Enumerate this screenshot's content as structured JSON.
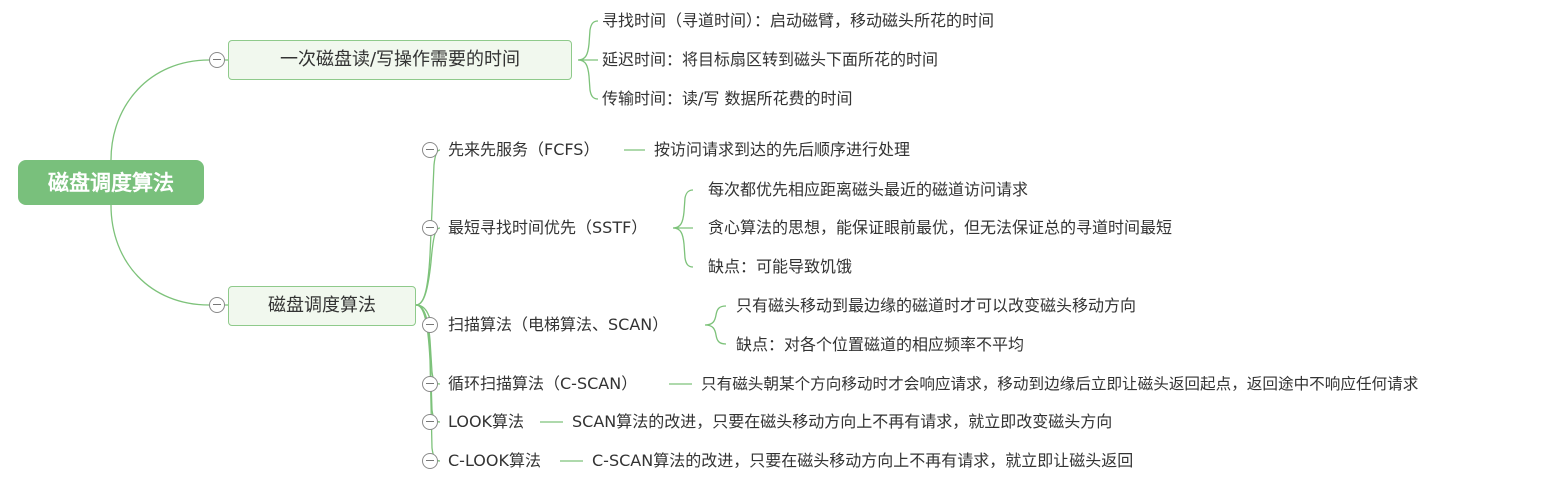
{
  "colors": {
    "root_fill": "#79c07c",
    "branch_fill": "#f1f8ee",
    "branch_border": "#8fca8b",
    "connector": "#7dc27a",
    "text": "#333333",
    "toggle_border": "#8a8a8a"
  },
  "icons": {
    "toggle": "collapse-minus-icon"
  },
  "root": {
    "label": "磁盘调度算法"
  },
  "time_branch": {
    "label": "一次磁盘读/写操作需要的时间",
    "items": [
      "寻找时间（寻道时间）：启动磁臂，移动磁头所花的时间",
      "延迟时间：将目标扇区转到磁头下面所花的时间",
      "传输时间：读/写 数据所花费的时间"
    ]
  },
  "algo_branch": {
    "label": "磁盘调度算法",
    "algorithms": [
      {
        "name": "先来先服务（FCFS）",
        "details": [
          "按访问请求到达的先后顺序进行处理"
        ]
      },
      {
        "name": "最短寻找时间优先（SSTF）",
        "details": [
          "每次都优先相应距离磁头最近的磁道访问请求",
          "贪心算法的思想，能保证眼前最优，但无法保证总的寻道时间最短",
          "缺点：可能导致饥饿"
        ]
      },
      {
        "name": "扫描算法（电梯算法、SCAN）",
        "details": [
          "只有磁头移动到最边缘的磁道时才可以改变磁头移动方向",
          "缺点：对各个位置磁道的相应频率不平均"
        ]
      },
      {
        "name": "循环扫描算法（C-SCAN）",
        "details": [
          "只有磁头朝某个方向移动时才会响应请求，移动到边缘后立即让磁头返回起点，返回途中不响应任何请求"
        ]
      },
      {
        "name": "LOOK算法",
        "details": [
          "SCAN算法的改进，只要在磁头移动方向上不再有请求，就立即改变磁头方向"
        ]
      },
      {
        "name": "C-LOOK算法",
        "details": [
          "C-SCAN算法的改进，只要在磁头移动方向上不再有请求，就立即让磁头返回"
        ]
      }
    ]
  }
}
